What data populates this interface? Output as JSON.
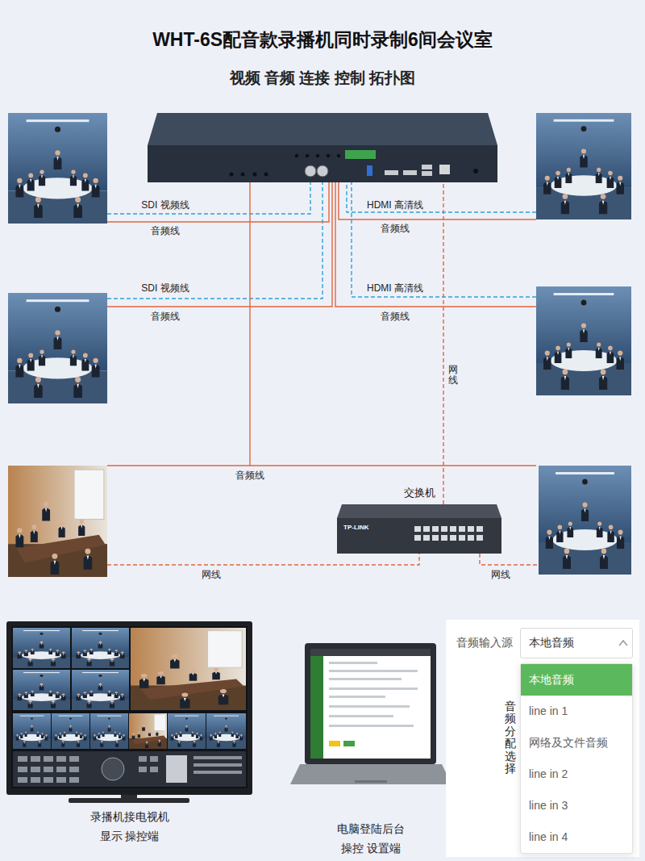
{
  "diagram": {
    "title": "WHT-6S配音款录播机同时录制6间会议室",
    "nodes": [
      {
        "text": [
          "交换机",
          "TP-LINK"
        ]
      },
      {
        "text": [
          "录播机接电视机 显示 操控端"
        ]
      },
      {
        "text": [
          "电脑登陆后台 操控 设置端"
        ]
      },
      {
        "text": [
          "音频输入源",
          "本地音频"
        ]
      },
      {
        "text": [
          "本地音频",
          "line in 1",
          "网络及文件音频",
          "line in 2",
          "line in 3",
          "line in 4"
        ]
      }
    ],
    "labels": [
      "视频 音频 连接 控制 拓扑图",
      "SDI 视频线",
      "音频线",
      "HDMI 高清线",
      "音频线",
      "SDI 视频线",
      "音频线",
      "HDMI 高清线",
      "音频线",
      "网线",
      "音频线",
      "网线",
      "网线",
      "音频分配选择"
    ]
  }
}
